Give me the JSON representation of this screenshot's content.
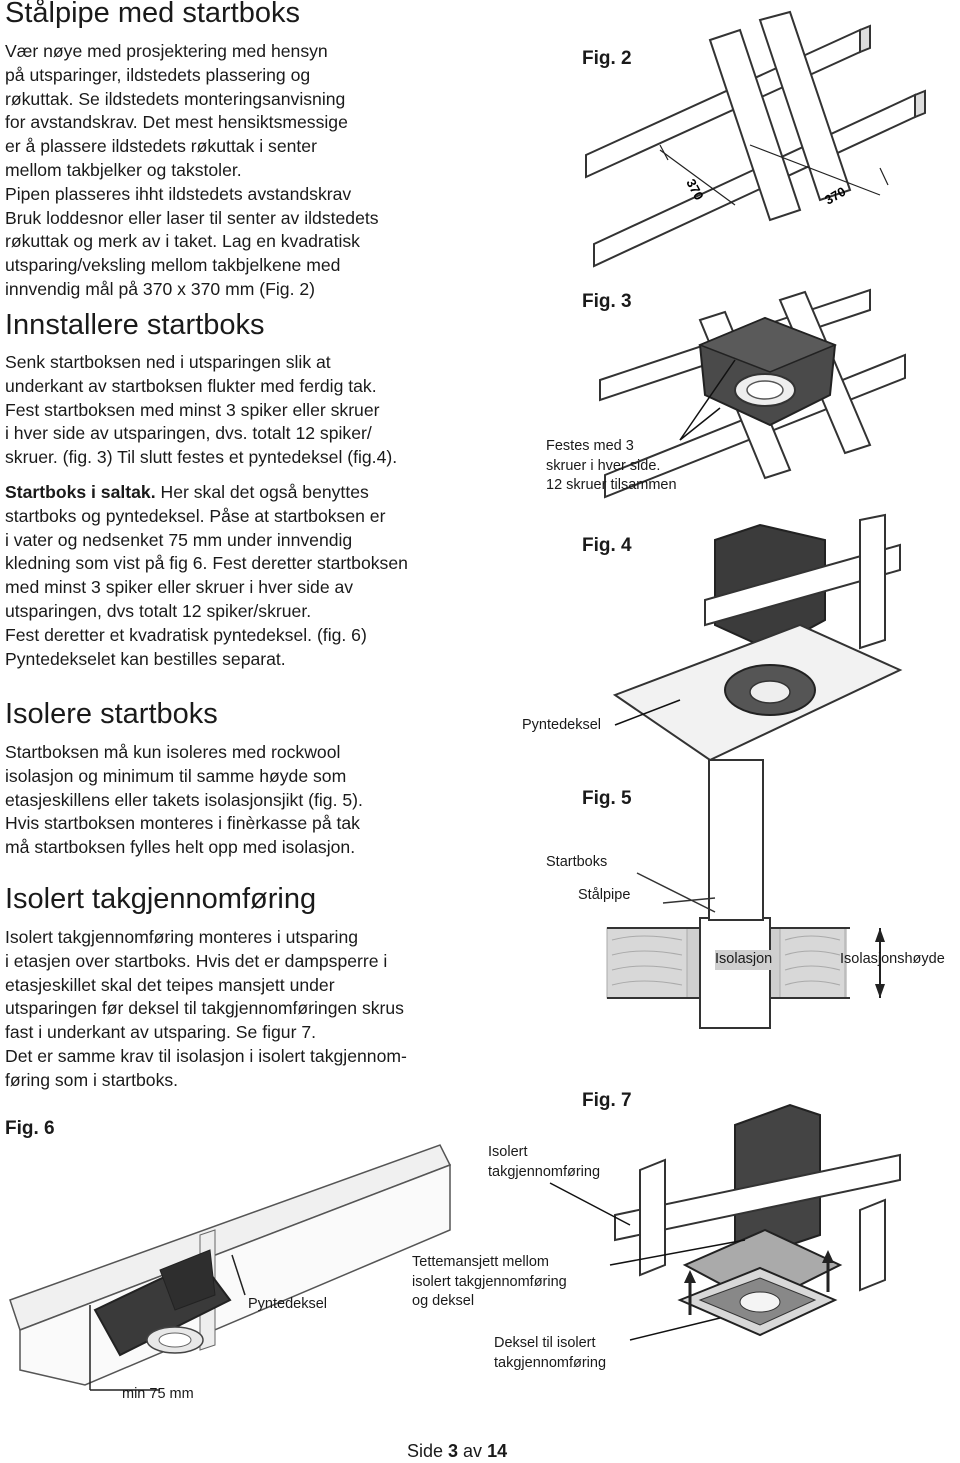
{
  "sections": {
    "stalpipe": {
      "title": "Stålpipe med startboks",
      "text": "Vær nøye med prosjektering med hensyn\npå utsparinger, ildstedets plassering og\nrøkuttak. Se ildstedets monteringsanvisning\nfor avstandskrav. Det mest hensiktsmessige\ner å plassere ildstedets røkuttak i senter\nmellom takbjelker og takstoler.\nPipen plasseres ihht ildstedets avstandskrav\nBruk loddesnor eller laser til senter av ildstedets\nrøkuttak og merk av i taket. Lag en kvadratisk\nutsparing/veksling mellom takbjelkene med\ninnvendig mål på 370 x 370 mm (Fig. 2)"
    },
    "innstallere": {
      "title": "Innstallere startboks",
      "text": "Senk startboksen ned i utsparingen slik at\nunderkant av startboksen flukter med ferdig tak.\nFest startboksen med minst 3 spiker eller skruer\ni hver side av utsparingen, dvs. totalt 12 spiker/\nskruer. (fig. 3) Til slutt festes et pyntedeksel (fig.4).",
      "saltak_bold": "Startboks i saltak.",
      "saltak_text": " Her skal det også benyttes\nstartboks og pyntedeksel. Påse at startboksen er\ni vater og nedsenket 75 mm under innvendig\nkledning som vist på fig 6. Fest deretter startboksen\nmed minst 3 spiker eller skruer i hver side av\nutsparingen, dvs totalt 12 spiker/skruer.\nFest deretter et kvadratisk pyntedeksel. (fig. 6)\nPyntedekselet kan bestilles separat."
    },
    "isolere": {
      "title": "Isolere startboks",
      "text": "Startboksen må kun isoleres med rockwool\nisolasjon og minimum til samme høyde som\netasjeskillens eller takets isolasjonsjikt (fig. 5).\nHvis startboksen monteres i finèrkasse  på tak\nmå startboksen fylles helt opp med isolasjon."
    },
    "isolert": {
      "title": "Isolert takgjennomføring",
      "text": "Isolert takgjennomføring monteres i utsparing\ni etasjen over startboks. Hvis det er dampsperre i\netasjeskillet skal det teipes mansjett under\nutsparingen før deksel til takgjennomføringen skrus\nfast i underkant av utsparing. Se figur 7.\nDet er samme krav til isolasjon i isolert takgjennom-\nføring som i startboks."
    }
  },
  "figures": {
    "fig2": {
      "label": "Fig. 2",
      "dim1": "370",
      "dim2": "370"
    },
    "fig3": {
      "label": "Fig. 3",
      "note": "Festes med 3\nskruer i hver side.\n12 skruer tilsammen"
    },
    "fig4": {
      "label": "Fig. 4",
      "pyntedeksel": "Pyntedeksel"
    },
    "fig5": {
      "label": "Fig. 5",
      "startboks": "Startboks",
      "stalpipe": "Stålpipe",
      "isolasjon": "Isolasjon",
      "isolasjonshoyde": "Isolasjonshøyde"
    },
    "fig6": {
      "label": "Fig. 6",
      "pyntedeksel": "Pyntedeksel",
      "min75": "min 75 mm"
    },
    "fig7": {
      "label": "Fig. 7",
      "isolert": "Isolert\ntakgjennomføring",
      "tettemansjett": "Tettemansjett mellom\nisolert takgjennomføring\nog deksel",
      "deksel": "Deksel til isolert\ntakgjennomføring"
    }
  },
  "footer": {
    "prefix": "Side ",
    "page": "3",
    "middle": " av ",
    "total": "14"
  }
}
